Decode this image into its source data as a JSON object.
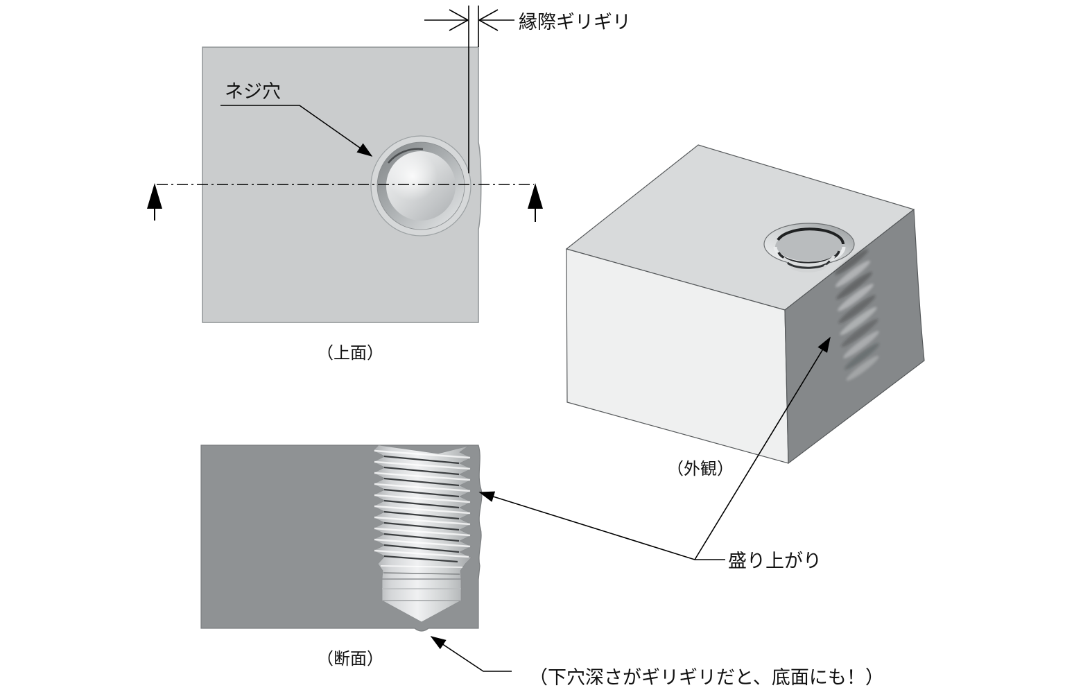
{
  "diagram": {
    "labels": {
      "edge_gap": "縁際ギリギリ",
      "screw_hole": "ネジ穴",
      "top_view_caption": "（上面）",
      "external_view_caption": "（外観）",
      "bulge": "盛り上がり",
      "section_caption": "（断面）",
      "bottom_note": "（下穴深さがギリギリだと、底面にも！）"
    },
    "colors": {
      "background": "#ffffff",
      "line": "#000000",
      "top_view_fill": "#cacccd",
      "top_view_stroke": "#8f9395",
      "section_fill": "#8f9294",
      "block_left_face": "#eff0f0",
      "block_top_face": "#d8dadb",
      "block_right_face": "#85888a"
    }
  }
}
